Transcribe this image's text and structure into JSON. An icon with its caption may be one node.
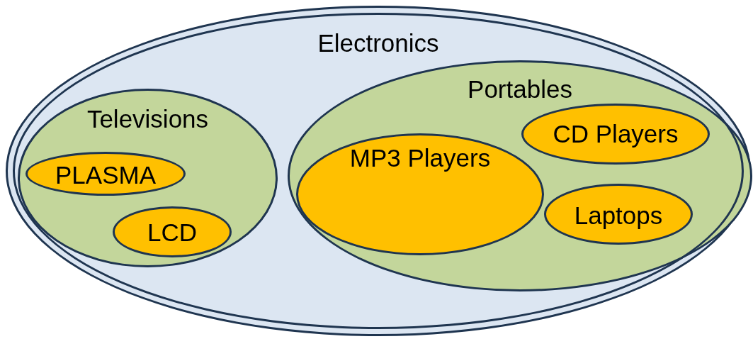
{
  "diagram": {
    "nodes": [
      {
        "text": [
          "Electronics"
        ]
      },
      {
        "text": [
          "Televisions"
        ],
        "in": 0
      },
      {
        "text": [
          "PLASMA"
        ],
        "in": 1
      },
      {
        "text": [
          "LCD"
        ],
        "in": 1
      },
      {
        "text": [
          "Portables"
        ],
        "in": 0
      },
      {
        "text": [
          "MP3 Players"
        ],
        "in": 4
      },
      {
        "text": [
          "CD Players"
        ],
        "in": 4
      },
      {
        "text": [
          "Laptops"
        ],
        "in": 4
      }
    ]
  }
}
